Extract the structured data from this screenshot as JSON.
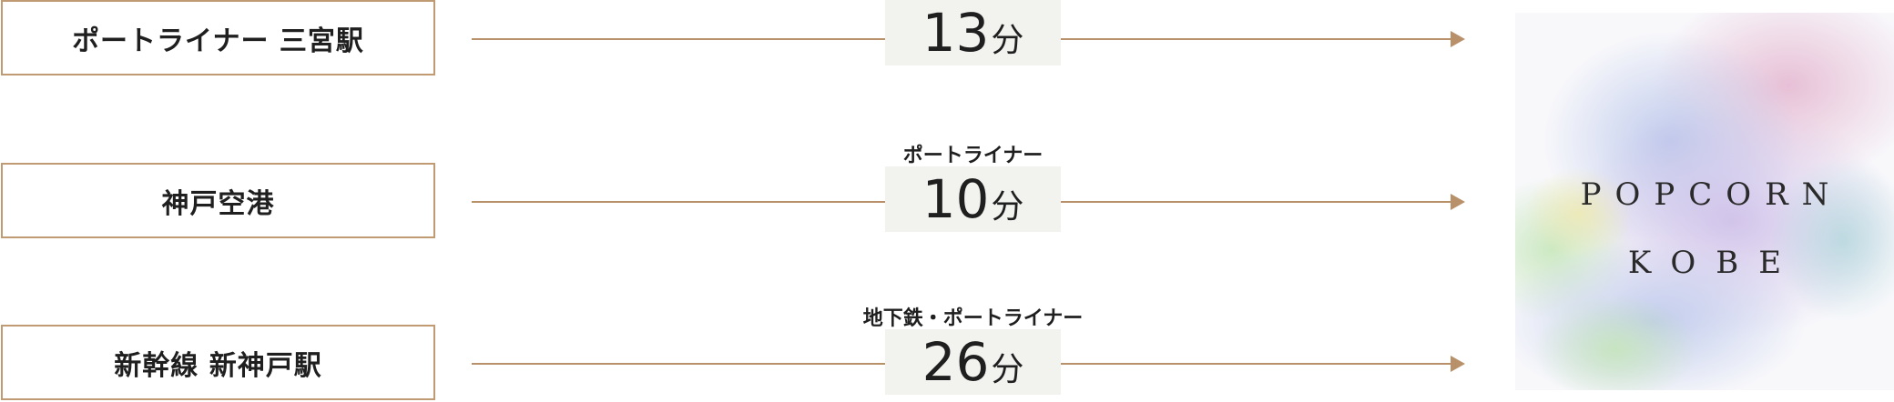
{
  "routes": [
    {
      "origin": "ポートライナー 三宮駅",
      "mode": "",
      "minutes": "13",
      "unit": "分"
    },
    {
      "origin": "神戸空港",
      "mode": "ポートライナー",
      "minutes": "10",
      "unit": "分"
    },
    {
      "origin": "新幹線 新神戸駅",
      "mode": "地下鉄・ポートライナー",
      "minutes": "26",
      "unit": "分"
    }
  ],
  "destination": {
    "line1": "POPCORN",
    "line2": "KOBE"
  },
  "colors": {
    "border": "#c09a72",
    "arrow": "#b8906a",
    "time_box_bg": "#f2f2ef",
    "text": "#1f1f1f"
  }
}
